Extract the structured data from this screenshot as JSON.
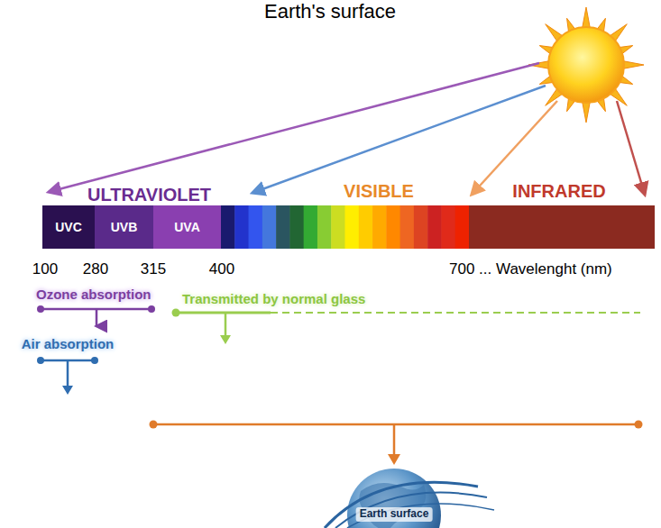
{
  "diagram": {
    "title": "Earth's surface",
    "nodes": [
      {
        "text": [
          "UVC"
        ]
      },
      {
        "text": [
          "UVB"
        ]
      },
      {
        "text": [
          "UVA"
        ]
      }
    ],
    "labels": [
      "ULTRAVIOLET",
      "VISIBLE",
      "INFRARED",
      "100",
      "280",
      "315",
      "400",
      "700 ... Wavelenght (nm)",
      "Ozone absorption",
      "Transmitted by normal glass",
      "Air absorption",
      "Earth surface"
    ]
  }
}
